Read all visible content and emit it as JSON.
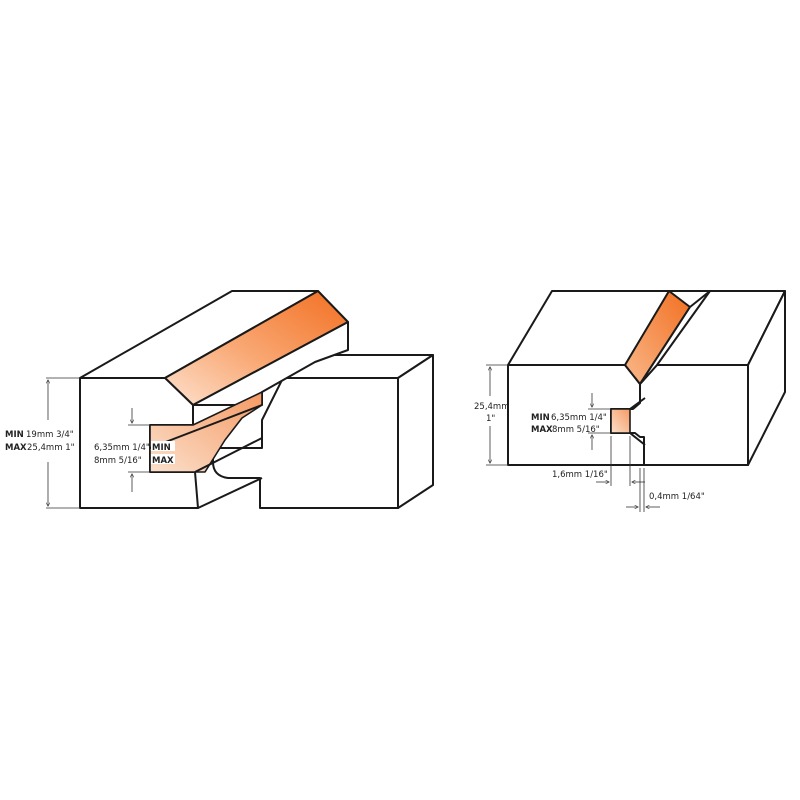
{
  "colors": {
    "orange_light": "#fbd2b4",
    "orange_dark": "#f26f21",
    "outline": "#1a1a1a"
  },
  "left_profile": {
    "thickness_min_label": "MIN",
    "thickness_min_value": "19mm  3/4\"",
    "thickness_max_label": "MAX",
    "thickness_max_value": "25,4mm  1\"",
    "slot_min_value": "6,35mm  1/4\"",
    "slot_min_label": "MIN",
    "slot_max_value": "8mm  5/16\"",
    "slot_max_label": "MAX"
  },
  "right_profile": {
    "thickness_value": "25,4mm",
    "thickness_value_inch": "1\"",
    "slot_min_label": "MIN",
    "slot_min_value": "6,35mm  1/4\"",
    "slot_max_label": "MAX",
    "slot_max_value": "8mm  5/16\"",
    "depth_value": "1,6mm  1/16\"",
    "offset_value": "0,4mm  1/64\""
  }
}
